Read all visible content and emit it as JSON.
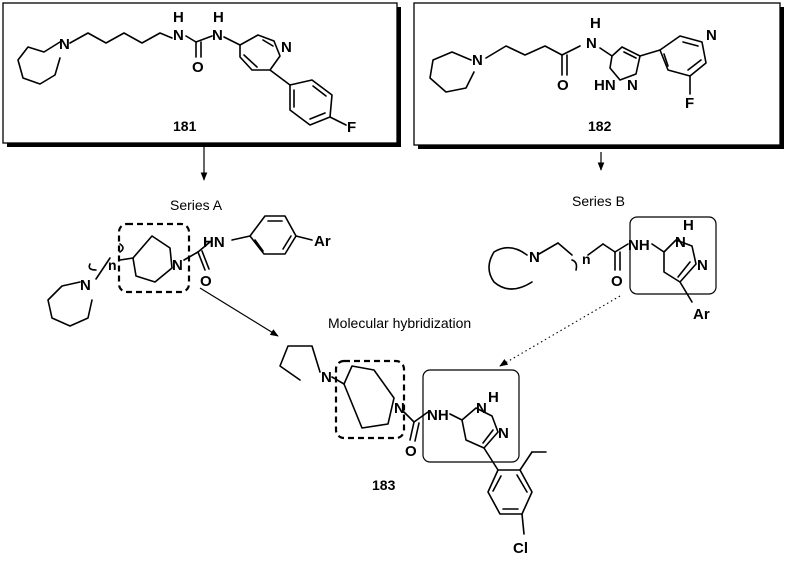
{
  "compounds": {
    "c181": "181",
    "c182": "182",
    "c183": "183"
  },
  "series": {
    "a": "Series A",
    "b": "Series B"
  },
  "caption": "Molecular hybridization",
  "atoms": {
    "N": "N",
    "H": "H",
    "O": "O",
    "F": "F",
    "HN": "HN",
    "NH": "NH",
    "Ar": "Ar",
    "n": "n",
    "Cl": "Cl"
  }
}
